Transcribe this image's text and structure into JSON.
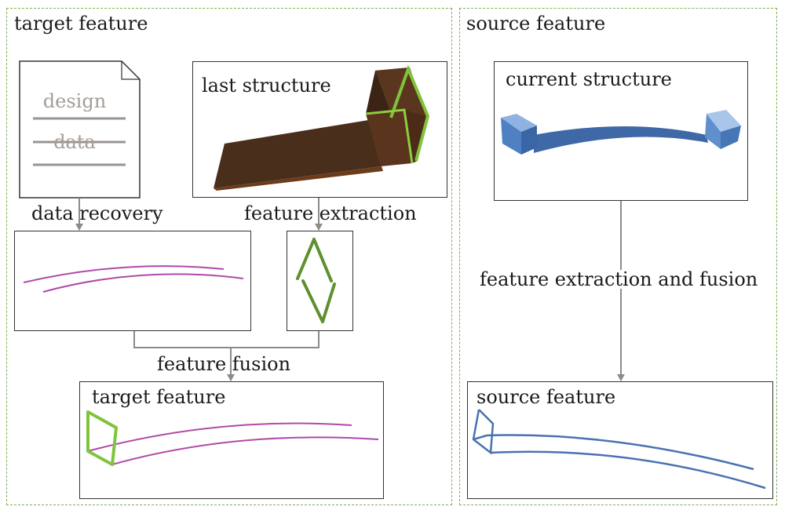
{
  "left_panel": {
    "title": "target feature"
  },
  "right_panel": {
    "title": "source feature"
  },
  "design_doc": {
    "line1": "design",
    "line2": "data"
  },
  "last_structure": {
    "label": "last structure"
  },
  "data_recovery": {
    "label": "data recovery"
  },
  "feature_extraction": {
    "label": "feature extraction"
  },
  "feature_fusion": {
    "label": "feature fusion"
  },
  "target_feature_box": {
    "label": "target feature"
  },
  "current_structure": {
    "label": "current structure"
  },
  "extraction_fusion": {
    "label": "feature extraction and fusion"
  },
  "source_feature_box": {
    "label": "source feature"
  },
  "colors": {
    "panel_border": "#7fb04e",
    "curve_magenta": "#b04aa8",
    "edge_green": "#6fa83a",
    "structure_brown": "#4a2e1c",
    "structure_blue": "#4d7ab8",
    "connector": "#8f8a88"
  }
}
